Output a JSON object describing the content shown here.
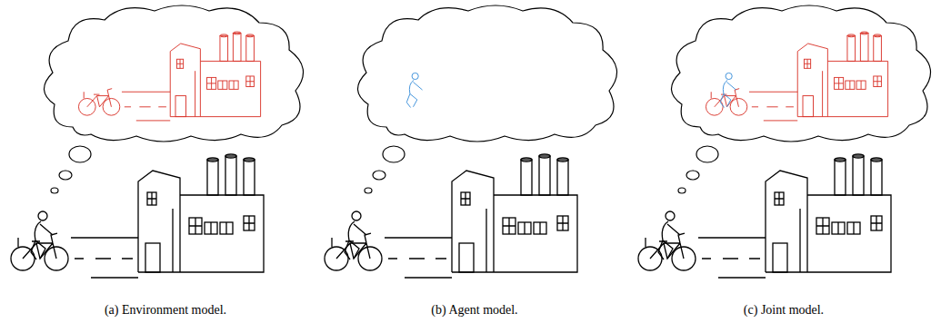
{
  "diagram": {
    "labels": [
      "(a) Environment model.",
      "(b) Agent model.",
      "(c) Joint model."
    ]
  }
}
